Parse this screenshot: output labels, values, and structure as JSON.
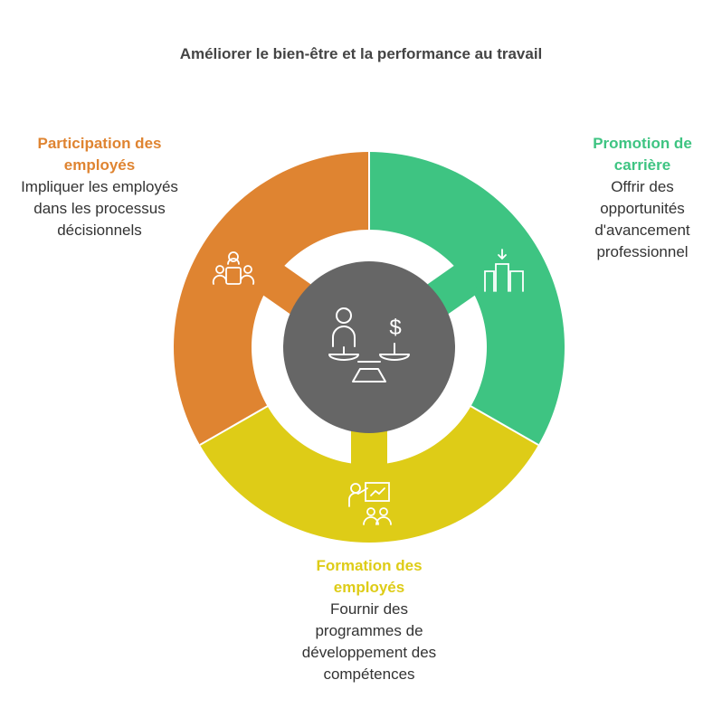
{
  "title": "Améliorer le bien-être et la performance au travail",
  "colors": {
    "orange": "#DF8431",
    "green": "#3EC482",
    "yellow": "#DECC17",
    "center": "#666666"
  },
  "items": [
    {
      "heading": "Participation des employés",
      "text": "Impliquer les employés dans les processus décisionnels",
      "icon": "meeting-icon"
    },
    {
      "heading": "Promotion de carrière",
      "text": "Offrir des opportunités d'avancement professionnel",
      "icon": "career-steps-icon"
    },
    {
      "heading": "Formation des employés",
      "text": "Fournir des programmes de développement des compétences",
      "icon": "training-icon"
    }
  ],
  "center_icon": "work-life-balance-scale-icon"
}
